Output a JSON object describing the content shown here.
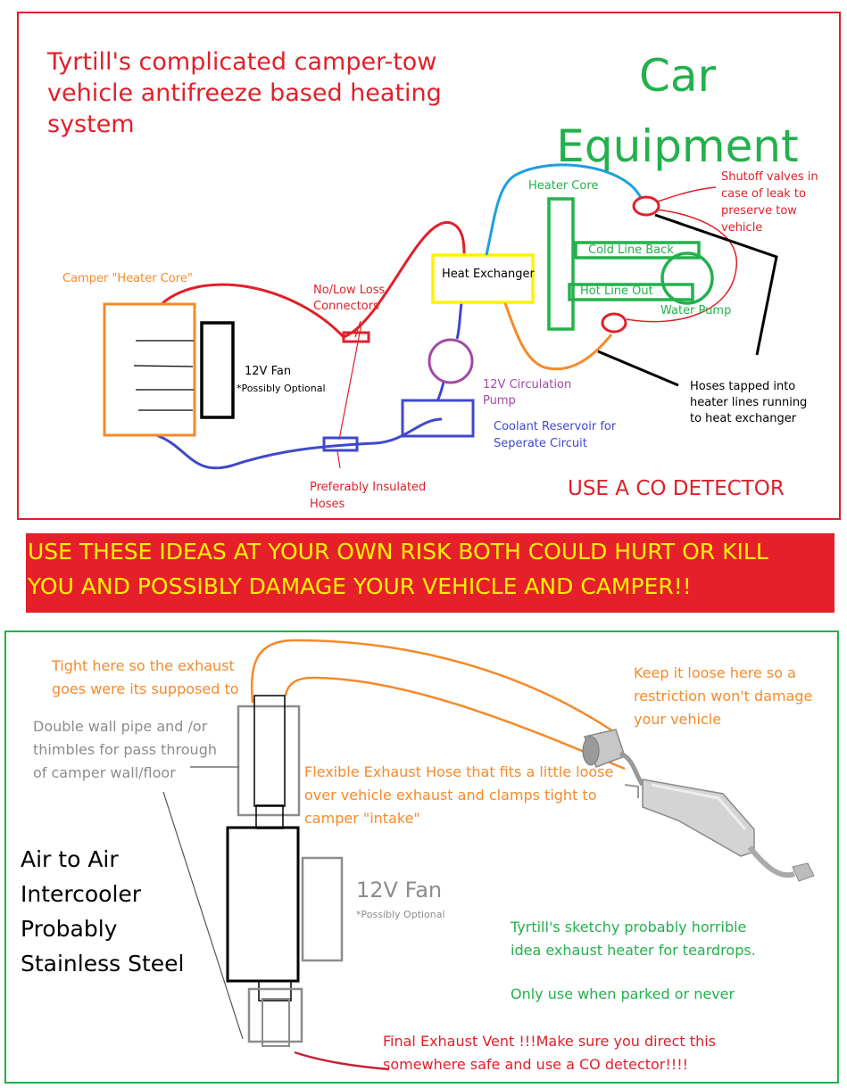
{
  "top_panel": {
    "title": "Tyrtill's complicated camper-tow\nvehicle antifreeze based heating\nsystem",
    "car_heading": "Car\nEquipment",
    "labels": {
      "camper_heater_core": "Camper \"Heater Core\"",
      "fan": "12V Fan",
      "fan_note": "*Possibly Optional",
      "connectors": "No/Low Loss\nConnectors",
      "insulated": "Preferably Insulated\nHoses",
      "heat_exchanger": "Heat Exchanger",
      "pump": "12V Circulation\nPump",
      "reservoir": "Coolant Reservoir for\nSeperate Circuit",
      "heater_core": "Heater Core",
      "shutoff": "Shutoff valves in\ncase of leak to\npreserve tow\nvehicle",
      "cold_line": "Cold Line Back",
      "hot_line": "Hot Line Out",
      "water_pump": "Water Pump",
      "hoses_tapped": "Hoses tapped into\nheater lines running\nto heat exchanger",
      "co_detector": "USE A CO DETECTOR"
    }
  },
  "warning": "USE THESE IDEAS AT YOUR OWN RISK BOTH COULD HURT OR KILL\nYOU AND POSSIBLY DAMAGE YOUR VEHICLE AND CAMPER!!",
  "bottom_panel": {
    "tight": "Tight here so the exhaust\ngoes were its supposed to",
    "loose": "Keep it loose here so a\nrestriction won't damage\nyour vehicle",
    "double_wall": "Double wall pipe and /or\nthimbles for pass through\nof camper wall/floor",
    "flex_hose": "Flexible Exhaust Hose that fits a little loose\nover vehicle exhaust and clamps tight to\ncamper \"intake\"",
    "intercooler": "Air to Air\nIntercooler\nProbably\nStainless Steel",
    "fan": "12V Fan",
    "fan_note": "*Possibly Optional",
    "sketchy": "Tyrtill's sketchy probably horrible\nidea exhaust heater for teardrops.",
    "only_use": "Only use when parked or never",
    "final_vent": "Final Exhaust Vent !!!Make sure you direct this\nsomewhere safe and use a CO detector!!!!"
  },
  "colors": {
    "red": "#e0202a",
    "green": "#22b14c",
    "orange": "#f58a2a",
    "blue": "#3f48cc",
    "yellow": "#fff200",
    "purple": "#a349a4",
    "skyblue": "#1ca0e0",
    "gray": "#8c8c8c"
  }
}
